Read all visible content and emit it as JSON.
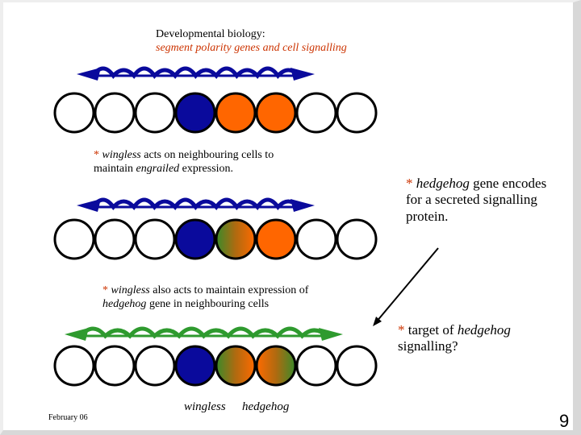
{
  "title": {
    "line1": "Developmental biology:",
    "line2": "segment polarity genes and cell signalling"
  },
  "annotation_top": {
    "star": "* ",
    "wingless": "wingless",
    "rest1": " acts on neighbouring cells to",
    "line2_a": "maintain ",
    "engrailed": "engrailed",
    "line2_b": " expression."
  },
  "annotation_middle": {
    "star": "* ",
    "wingless": "wingless",
    "rest1": " also acts to maintain expression of",
    "hedgehog": "hedgehog",
    "rest2": " gene in neighbouring cells"
  },
  "right_top": {
    "star": "* ",
    "hedgehog": "hedgehog",
    "line1_rest": " gene encodes",
    "line2": "for a secreted signalling",
    "line3": "protein."
  },
  "right_bottom": {
    "star": "* ",
    "line1_a": "target of ",
    "hedgehog": "hedgehog",
    "line2": "signalling?"
  },
  "legend": {
    "wingless": "wingless",
    "hedgehog": "hedgehog"
  },
  "footer": {
    "date": "February 06",
    "page_number": "9"
  },
  "colors": {
    "wingless_cell": "#0a0a9c",
    "hedgehog_cell": "#ff6600",
    "gradient_green": "#3a8a2a",
    "signal_blue": "#0a0a9c",
    "signal_green": "#2e9a2e",
    "title_sub": "#cc3300"
  }
}
